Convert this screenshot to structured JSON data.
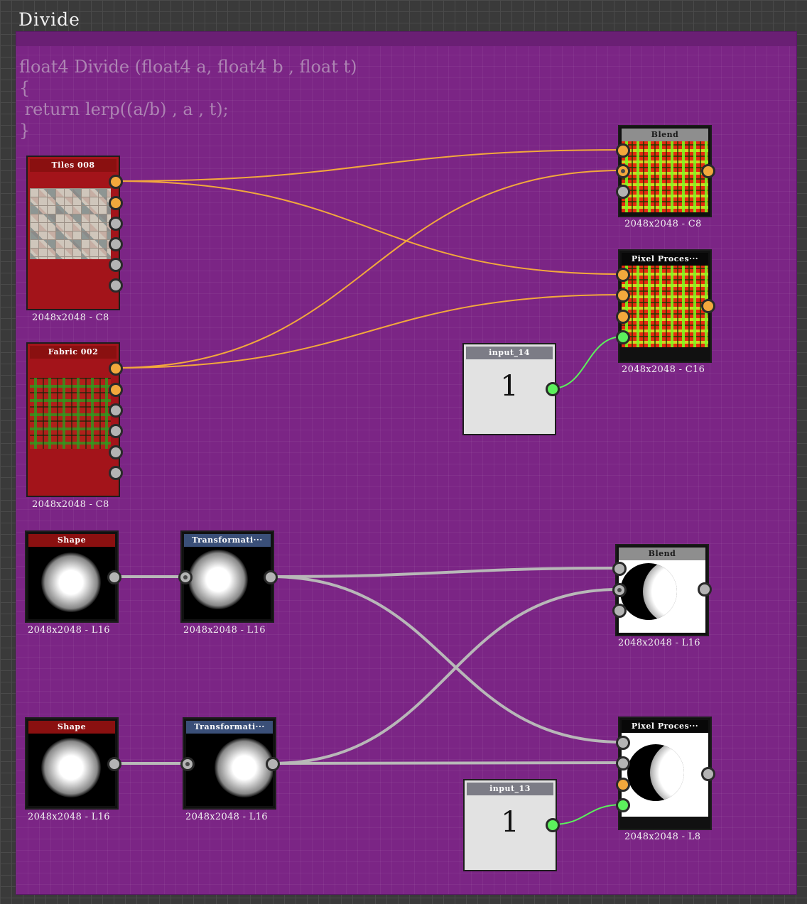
{
  "frame": {
    "title": "Divide",
    "code": "float4 Divide (float4 a, float4 b , float t)\n{\n return lerp((a/b) , a , t);\n}"
  },
  "nodes": {
    "tiles": {
      "title": "Tiles 008",
      "res": "2048x2048 - C8"
    },
    "fabric": {
      "title": "Fabric 002",
      "res": "2048x2048 - C8"
    },
    "blend_color": {
      "title": "Blend",
      "res": "2048x2048 - C8"
    },
    "pixel_color": {
      "title": "Pixel Proces···",
      "res": "2048x2048 - C16"
    },
    "input_14": {
      "title": "input_14",
      "value": "1"
    },
    "shape_1": {
      "title": "Shape",
      "res": "2048x2048 - L16"
    },
    "transform_1": {
      "title": "Transformati···",
      "res": "2048x2048 - L16"
    },
    "blend_gray": {
      "title": "Blend",
      "res": "2048x2048 - L16"
    },
    "shape_2": {
      "title": "Shape",
      "res": "2048x2048 - L16"
    },
    "transform_2": {
      "title": "Transformati···",
      "res": "2048x2048 - L16"
    },
    "pixel_gray": {
      "title": "Pixel Proces···",
      "res": "2048x2048 - L8"
    },
    "input_13": {
      "title": "input_13",
      "value": "1"
    }
  },
  "colors": {
    "frame": "#7b2585",
    "wire_color": "#f2a83c",
    "wire_gray": "#b8b8b8",
    "wire_float": "#5cf05c"
  }
}
